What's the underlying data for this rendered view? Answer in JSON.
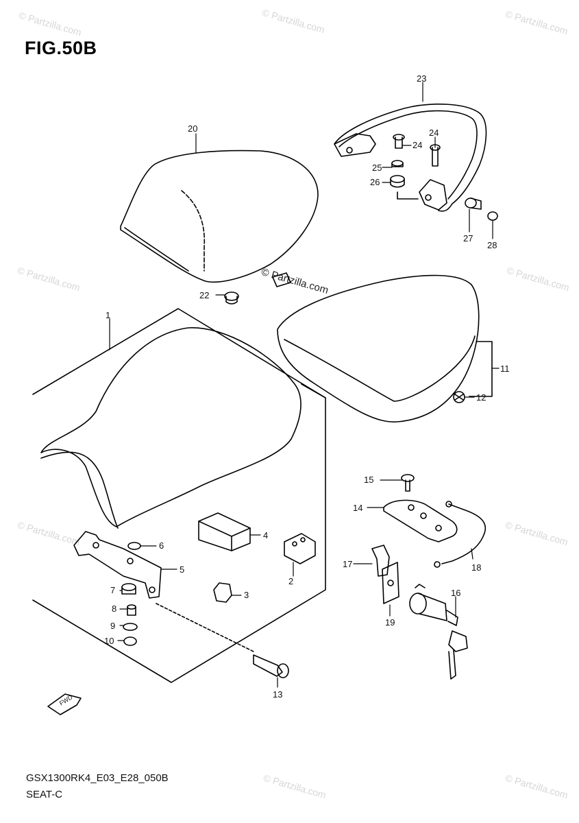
{
  "figure": {
    "title": "FIG.50B"
  },
  "footer": {
    "model_code": "GSX1300RK4_E03_E28_050B",
    "section": "SEAT-C"
  },
  "watermark": {
    "text": "© Partzilla.com"
  },
  "fwd_label": "FWD",
  "callouts": [
    "1",
    "2",
    "3",
    "4",
    "5",
    "6",
    "7",
    "8",
    "9",
    "10",
    "11",
    "12",
    "13",
    "14",
    "15",
    "16",
    "17",
    "18",
    "19",
    "20",
    "22",
    "23",
    "24",
    "24",
    "25",
    "26",
    "27",
    "28"
  ],
  "colors": {
    "line": "#000000",
    "watermark": "#d6d6d6"
  }
}
